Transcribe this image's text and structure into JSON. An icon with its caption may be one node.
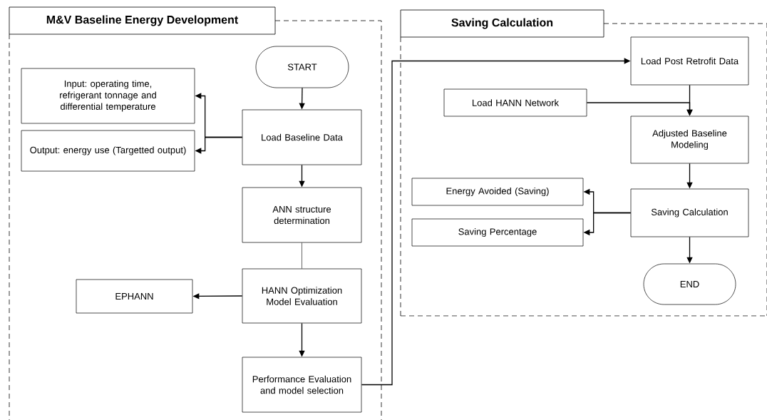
{
  "diagram": {
    "nodes": [
      {
        "text": [
          "M&V Baseline Energy Development"
        ]
      },
      {
        "text": [
          "START"
        ],
        "in": 0
      },
      {
        "text": [
          "Input: operating time, refrigerant tonnage and differential temperature"
        ],
        "in": 0
      },
      {
        "text": [
          "Output: energy use (Targetted output)"
        ],
        "in": 0
      },
      {
        "text": [
          "Load Baseline Data"
        ],
        "in": 0
      },
      {
        "text": [
          "ANN structure determination"
        ],
        "in": 0
      },
      {
        "text": [
          "EPHANN"
        ],
        "in": 0
      },
      {
        "text": [
          "HANN Optimization Model Evaluation"
        ],
        "in": 0
      },
      {
        "text": [
          "Performance Evaluation and model selection"
        ],
        "in": 0
      },
      {
        "text": [
          "Saving Calculation"
        ]
      },
      {
        "text": [
          "Load Post Retrofit Data"
        ],
        "in": 9
      },
      {
        "text": [
          "Load HANN Network"
        ],
        "in": 9
      },
      {
        "text": [
          "Adjusted Baseline Modeling"
        ],
        "in": 9
      },
      {
        "text": [
          "Energy Avoided (Saving)"
        ],
        "in": 9
      },
      {
        "text": [
          "Saving Percentage"
        ],
        "in": 9
      },
      {
        "text": [
          "Saving Calculation"
        ],
        "in": 9
      },
      {
        "text": [
          "END"
        ],
        "in": 9
      }
    ],
    "edges": [
      {
        "from": 1,
        "to": 4,
        "arrow": "to"
      },
      {
        "from": 4,
        "to": 2,
        "arrow": "to"
      },
      {
        "from": 4,
        "to": 3,
        "arrow": "to"
      },
      {
        "from": 4,
        "to": 5,
        "arrow": "to"
      },
      {
        "from": 5,
        "to": 7,
        "arrow": "none"
      },
      {
        "from": 7,
        "to": 6,
        "arrow": "to"
      },
      {
        "from": 7,
        "to": 8,
        "arrow": "to"
      },
      {
        "from": 8,
        "to": 10,
        "arrow": "to"
      },
      {
        "from": 10,
        "to": 12,
        "arrow": "to"
      },
      {
        "from": 11,
        "to": 12,
        "arrow": "to"
      },
      {
        "from": 12,
        "to": 15,
        "arrow": "to"
      },
      {
        "from": 15,
        "to": 13,
        "arrow": "to"
      },
      {
        "from": 15,
        "to": 14,
        "arrow": "to"
      },
      {
        "from": 15,
        "to": 16,
        "arrow": "to"
      }
    ]
  }
}
